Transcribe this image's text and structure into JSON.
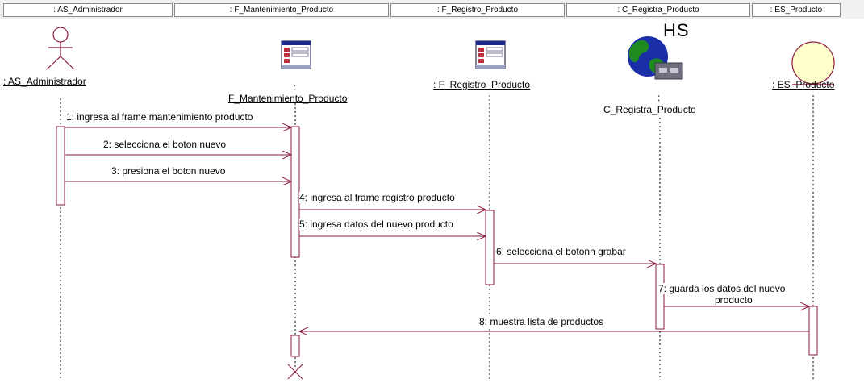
{
  "header": {
    "columns": [
      ": AS_Administrador",
      ": F_Mantenimiento_Producto",
      ": F_Registro_Producto",
      ": C_Registra_Producto",
      ": ES_Producto"
    ]
  },
  "objects": {
    "actor_label": ": AS_Administrador",
    "form1_colon": ":",
    "form1_name": "F_Mantenimiento_Producto",
    "form2_label": ": F_Registro_Producto",
    "hs_text": "HS",
    "control_colon": ":",
    "control_name": "C_Registra_Producto",
    "entity_label": ": ES_Producto"
  },
  "messages": {
    "m1": "1: ingresa al frame mantenimiento producto",
    "m2": "2: selecciona  el boton nuevo",
    "m3": "3: presiona el boton nuevo",
    "m4": "4: ingresa al frame registro producto",
    "m5": "5: ingresa datos del nuevo producto",
    "m6": "6: selecciona el botonn grabar",
    "m7_line1": "7: guarda los datos del nuevo",
    "m7_line2": "producto",
    "m8": "8: muestra lista de productos"
  },
  "colors": {
    "line": "#8b1a3a",
    "activation_fill": "#ffffff",
    "entity_fill": "#ffffcc",
    "globe_blue": "#1a2ea8",
    "globe_green": "#1f8a1f",
    "control_box": "#6e6e7e"
  }
}
